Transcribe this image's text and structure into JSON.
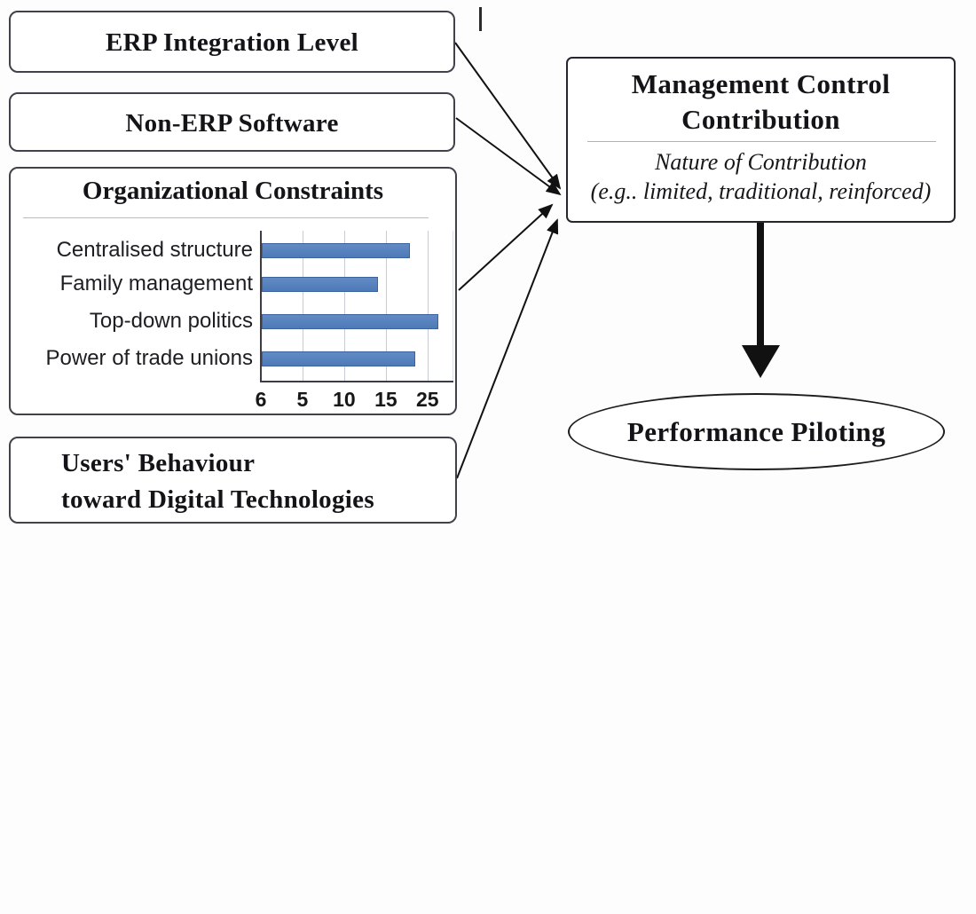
{
  "left_column": {
    "erp_box": {
      "label": "ERP Integration Level"
    },
    "non_erp_box": {
      "label": "Non-ERP Software"
    },
    "users_box": {
      "line1": "Users' Behaviour",
      "line2": "toward Digital Technologies"
    }
  },
  "right_column": {
    "management_box": {
      "title_line1": "Management Control",
      "title_line2": "Contribution",
      "nature_line1": "Nature of Contribution",
      "nature_line2": "(e.g.. limited, traditional, reinforced)"
    },
    "performance_ellipse": {
      "label": "Performance Piloting"
    }
  },
  "chart_data": {
    "type": "bar",
    "orientation": "horizontal",
    "title": "Organizational Constraints",
    "categories": [
      "Centralised structure",
      "Family management",
      "Top-down politics",
      "Power of trade unions"
    ],
    "values": [
      17.8,
      14,
      21.2,
      18.4
    ],
    "x_tick_labels": [
      "6",
      "5",
      "10",
      "15",
      "25"
    ],
    "x_tick_values": [
      0,
      5,
      10,
      15,
      20
    ],
    "xlim": [
      0,
      23
    ],
    "grid": true,
    "legend": false,
    "bar_color": "#4d7ab8",
    "xlabel": "",
    "ylabel": ""
  },
  "colors": {
    "bar": "#4d7ab8",
    "bar_border": "#3d639f",
    "box_border": "#41414c",
    "divider": "#aab3c3",
    "arrow": "#111111",
    "text": "#141418"
  }
}
